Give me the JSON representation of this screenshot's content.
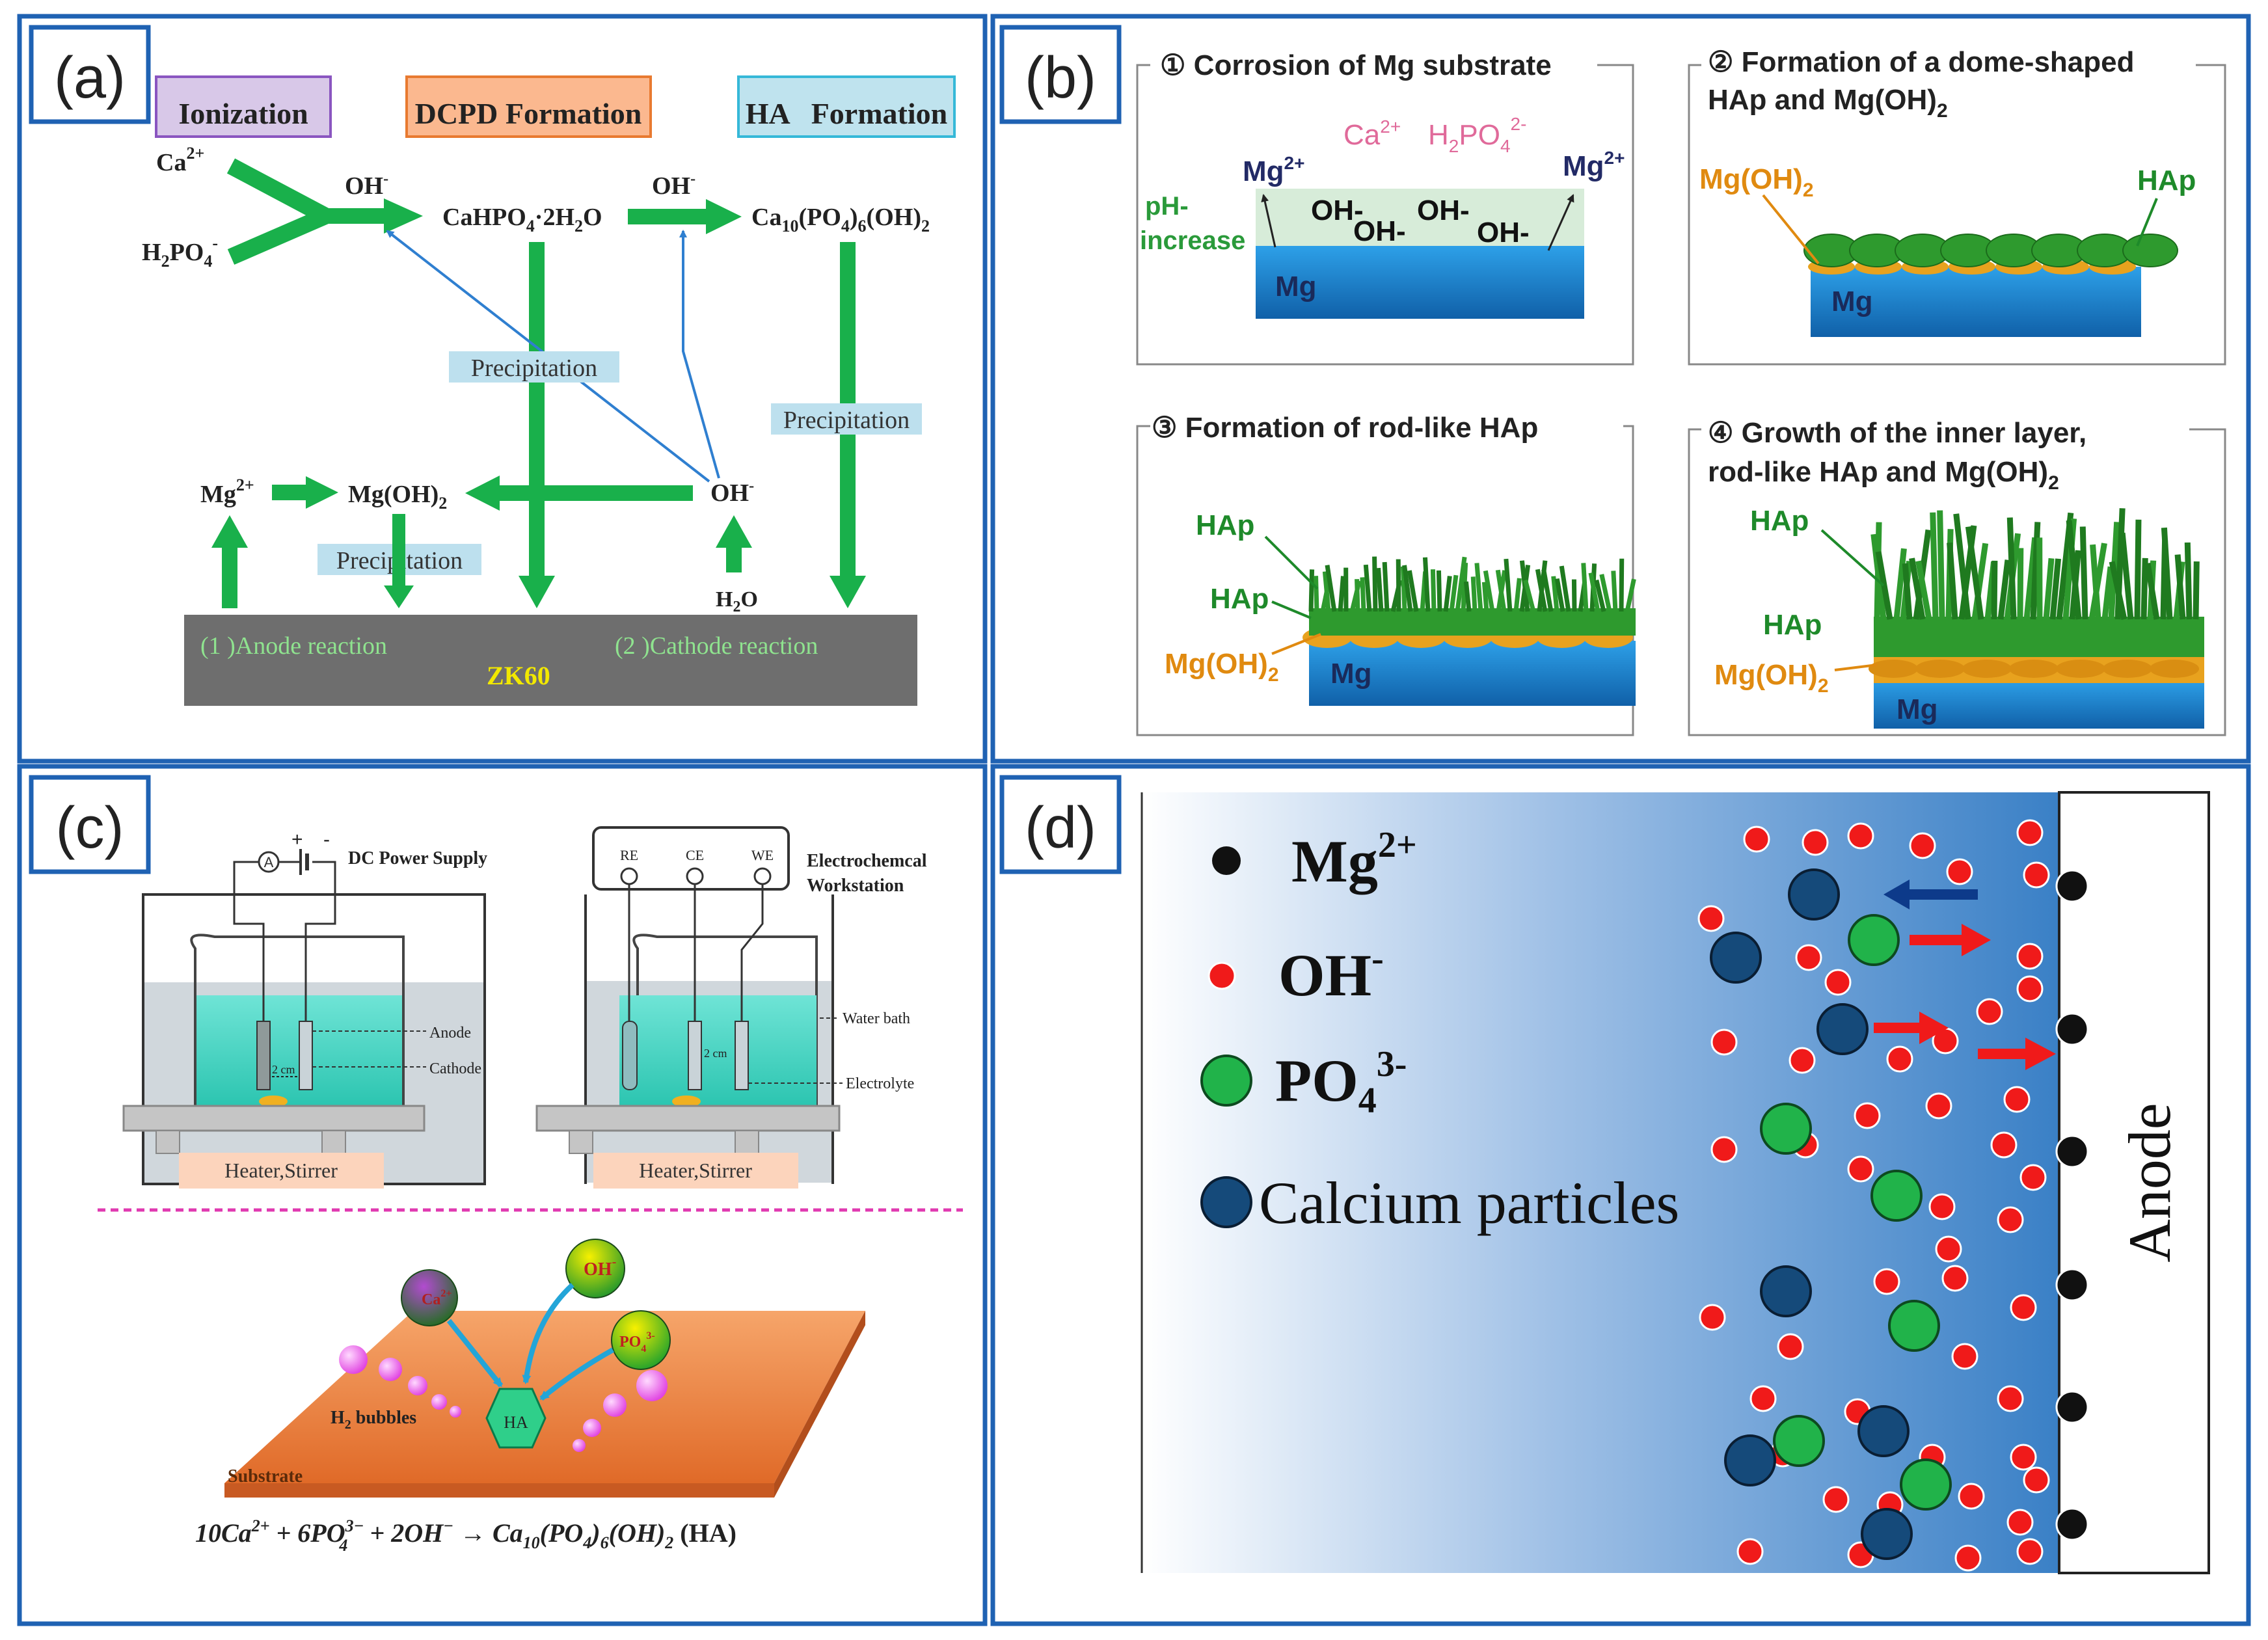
{
  "panel_a": {
    "tag": "(a)",
    "stage_labels": [
      "Ionization",
      "DCPD Formation",
      "HA   Formation"
    ],
    "ions": {
      "ca": "Ca",
      "ca_sup": "2+",
      "h2po4": "H",
      "h2po4_sub": "2",
      "h2po4_rest": "PO",
      "h2po4_sub2": "4",
      "h2po4_sup": "-",
      "oh_1": "OH",
      "oh_1_sup": "-",
      "oh_2": "OH",
      "oh_2_sup": "-",
      "oh_3": "OH",
      "oh_3_sup": "-",
      "dcpd": "CaHPO",
      "dcpd_sub": "4",
      "dcpd_rest": "·2H",
      "dcpd_sub2": "2",
      "dcpd_end": "O",
      "ha": "Ca",
      "ha_sub1": "10",
      "ha_mid": "(PO",
      "ha_sub2": "4",
      "ha_mid2": ")",
      "ha_sub3": "6",
      "ha_end": "(OH)",
      "ha_sub4": "2",
      "mg": "Mg",
      "mg_sup": "2+",
      "mgoh": "Mg(OH)",
      "mgoh_sub": "2",
      "h2o": "H",
      "h2o_sub": "2",
      "h2o_end": "O"
    },
    "precipitation_labels": [
      "Precipitation",
      "Precipitation",
      "Precipitation"
    ],
    "substrate": {
      "anode": "(1 )Anode reaction",
      "cathode": "(2 )Cathode reaction",
      "name": "ZK60"
    }
  },
  "panel_b": {
    "tag": "(b)",
    "step1": {
      "title": "① Corrosion of Mg substrate",
      "ca": "Ca",
      "ca_sup": "2+",
      "hpo": "H",
      "hpo_sub": "2",
      "hpo_rest": "PO",
      "hpo_sub2": "4",
      "hpo_sup": "2-",
      "mg_left": "Mg",
      "mg_left_sup": "2+",
      "mg_right": "Mg",
      "mg_right_sup": "2+",
      "ph_1": "pH-",
      "ph_2": "increase",
      "oh": [
        "OH-",
        "OH-",
        "OH-",
        "OH-"
      ],
      "substrate": "Mg"
    },
    "step2": {
      "title_1": "② Formation of a dome-shaped",
      "title_2": "HAp and Mg(OH)",
      "title_2_sub": "2",
      "mgoh": "Mg(OH)",
      "mgoh_sub": "2",
      "hap": "HAp",
      "substrate": "Mg"
    },
    "step3": {
      "title": "③ Formation of rod-like HAp",
      "hap_top": "HAp",
      "hap_mid": "HAp",
      "mgoh": "Mg(OH)",
      "mgoh_sub": "2",
      "substrate": "Mg"
    },
    "step4": {
      "title_1": "④ Growth of the inner layer,",
      "title_2": "rod-like HAp and Mg(OH)",
      "title_2_sub": "2",
      "hap_top": "HAp",
      "hap_mid": "HAp",
      "mgoh": "Mg(OH)",
      "mgoh_sub": "2",
      "substrate": "Mg"
    }
  },
  "panel_c": {
    "tag": "(c)",
    "left_cell": {
      "supply": "DC Power Supply",
      "plus": "+",
      "minus": "-",
      "ammeter": "A",
      "anode": "Anode",
      "cathode": "Cathode",
      "gap": "2 cm",
      "heater": "Heater,Stirrer"
    },
    "right_cell": {
      "re": "RE",
      "ce": "CE",
      "we": "WE",
      "workstation_1": "Electrochemcal",
      "workstation_2": "Workstation",
      "water_bath": "Water bath",
      "electrolyte": "Electrolyte",
      "gap": "2 cm",
      "heater": "Heater,Stirrer"
    },
    "reaction": {
      "ca_ion": "Ca",
      "ca_ion_sup": "2+",
      "oh_ion": "OH",
      "oh_ion_sup": "-",
      "po4_ion": "PO",
      "po4_ion_sub": "4",
      "po4_ion_sup": "3-",
      "ha": "HA",
      "bubbles": "H",
      "bubbles_sub": "2",
      "bubbles_rest": " bubbles",
      "substrate": "Substrate"
    },
    "equation": {
      "p1": "10Ca",
      "p1_sup": "2+",
      "p2": " + 6PO",
      "p2_sup": "3−",
      "p2_sub": "4",
      "p3": " + 2OH",
      "p3_sup": "−",
      "p4": " → Ca",
      "p4_sub": "10",
      "p5": "(PO",
      "p5_sub": "4",
      "p6": ")",
      "p6_sub": "6",
      "p7": "(OH)",
      "p7_sub": "2",
      "p8": " (HA)"
    }
  },
  "panel_d": {
    "tag": "(d)",
    "legend": {
      "mg": "Mg",
      "mg_sup": "2+",
      "oh": "OH",
      "oh_sup": "-",
      "po4": "PO",
      "po4_sub": "4",
      "po4_sup": "3-",
      "ca": "Calcium particles"
    },
    "anode": "Anode"
  },
  "colors": {
    "panel_border": "#1f62b3",
    "arrow_green": "#19b04b",
    "thin_arrow": "#2f7fd0",
    "precip_box": "#bde0ee",
    "ionization_box": "#d8c8e8",
    "dcpd_box": "#fbb88f",
    "ha_box": "#bfe3ee",
    "substrate_gray": "#6e6e6e",
    "mg_blue": "#1d76c8",
    "hap_green": "#2e9a2e",
    "mgoh_orange": "#e8a21e",
    "oh_red": "#f01a1a",
    "po4_green": "#21b34a",
    "ca_navy": "#154a7a"
  }
}
